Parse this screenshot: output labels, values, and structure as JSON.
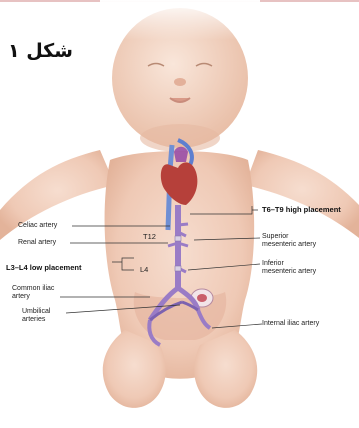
{
  "figure": {
    "title": "شکل ۱",
    "labels": {
      "celiac": "Celiac artery",
      "renal": "Renal artery",
      "low_placement": "L3–L4 low placement",
      "common_iliac": "Common iliac\nartery",
      "umbilical": "Umbilical\narteries",
      "high_placement": "T6–T9 high placement",
      "superior_mesenteric": "Superior\nmesenteric artery",
      "inferior_mesenteric": "Inferior\nmesenteric artery",
      "internal_iliac": "Internal iliac artery",
      "t12": "T12",
      "l4": "L4"
    }
  },
  "colors": {
    "skin": "#f1d0bf",
    "skin_shadow": "#d9a98f",
    "artery": "#9a7cc6",
    "heart": "#b6403a",
    "vein": "#6f8fd4"
  }
}
